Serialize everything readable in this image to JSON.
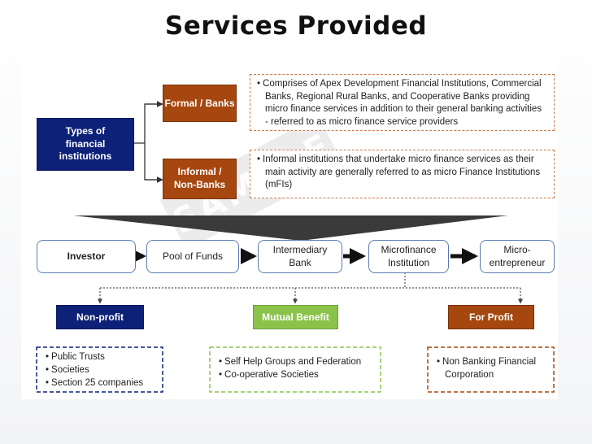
{
  "title": "Services Provided",
  "watermark": "SAMPLE",
  "types_box": "Types of financial institutions",
  "formal_box": "Formal / Banks",
  "informal_box": "Informal / Non-Banks",
  "formal_note": "Comprises of Apex Development Financial Institutions, Commercial Banks, Regional Rural Banks, and Cooperative Banks providing micro finance services in addition to their general banking activities - referred to as micro finance service providers",
  "informal_note": "Informal institutions that undertake micro finance services as their main activity are generally referred to as micro Finance Institutions (mFIs)",
  "flow": [
    "Investor",
    "Pool of Funds",
    "Intermediary Bank",
    "Microfinance Institution",
    "Micro-entrepreneur"
  ],
  "categories": {
    "nonprofit": {
      "label": "Non-profit",
      "items": [
        "Public Trusts",
        "Societies",
        "Section 25 companies"
      ]
    },
    "mutual": {
      "label": "Mutual Benefit",
      "items": [
        "Self Help Groups and Federation",
        "Co-operative Societies"
      ]
    },
    "forprofit": {
      "label": "For Profit",
      "items": [
        "Non Banking Financial Corporation"
      ]
    }
  },
  "colors": {
    "navy": "#0d2178",
    "brown": "#a6470f",
    "green": "#8bc34a",
    "flow_border": "#5b7bb0"
  }
}
